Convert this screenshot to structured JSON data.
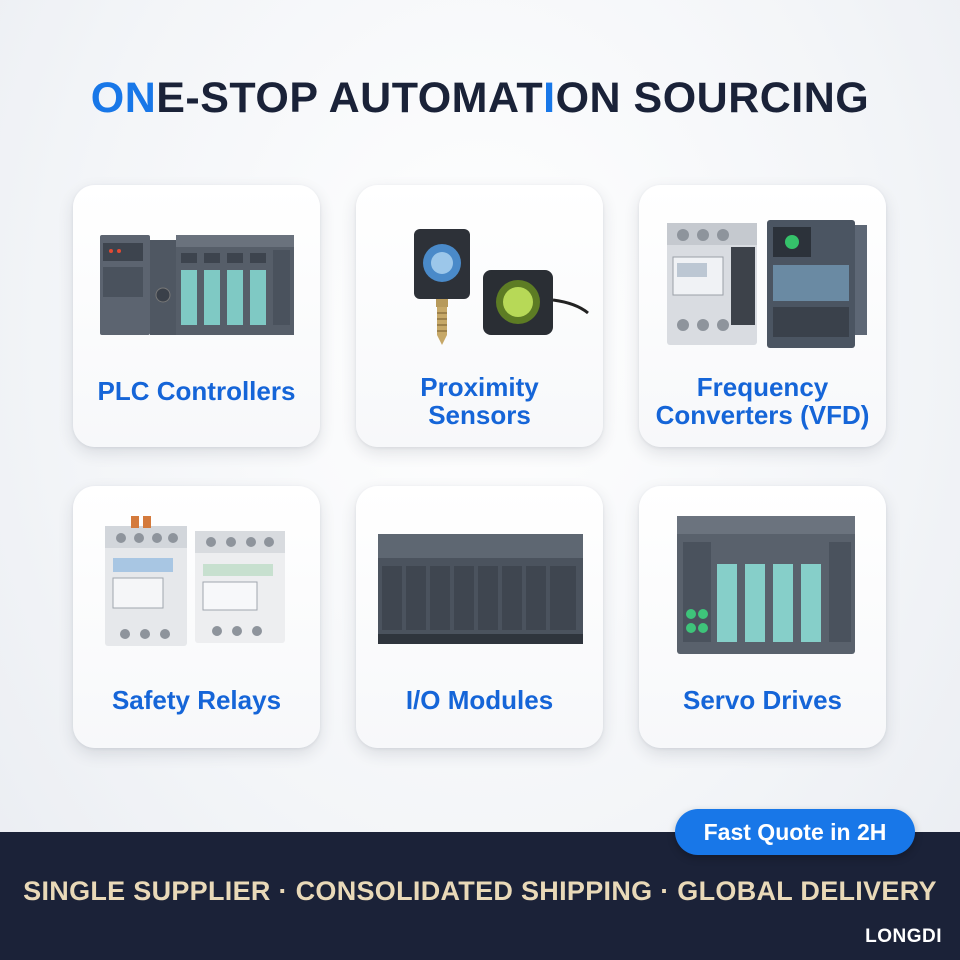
{
  "headline": {
    "part1": "O",
    "part2": "N",
    "part3": "E-STOP AUTOMAT",
    "part4": "I",
    "part5": "ON SOURCING"
  },
  "colors": {
    "accent": "#1877e8",
    "label": "#1565d8",
    "headline": "#1a2238",
    "footer_bg": "#1b2238",
    "tagline": "#e9d9b8"
  },
  "categories": [
    {
      "line1": "PLC Controllers",
      "line2": "",
      "icon": "plc-rack-icon"
    },
    {
      "line1": "Proximity",
      "line2": "Sensors",
      "icon": "proximity-sensor-icon"
    },
    {
      "line1": "Frequency",
      "line2": "Converters (VFD)",
      "icon": "vfd-icon"
    },
    {
      "line1": "Safety Relays",
      "line2": "",
      "icon": "safety-relay-icon"
    },
    {
      "line1": "I/O Modules",
      "line2": "",
      "icon": "io-module-icon"
    },
    {
      "line1": "Servo Drives",
      "line2": "",
      "icon": "servo-drive-icon"
    }
  ],
  "badge": "Fast Quote in 2H",
  "tagline": "SINGLE SUPPLIER · CONSOLIDATED SHIPPING · GLOBAL DELIVERY",
  "brand": "LONGDI"
}
